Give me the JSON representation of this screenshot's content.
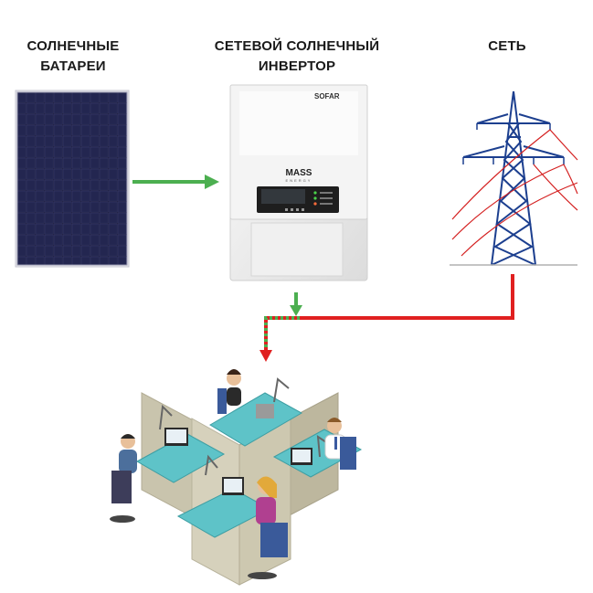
{
  "labels": {
    "solar_panels": "СОЛНЕЧНЫЕ БАТАРЕИ",
    "inverter": "СЕТЕВОЙ СОЛНЕЧНЫЙ ИНВЕРТОР",
    "grid": "СЕТЬ"
  },
  "inverter": {
    "brand_top": "SOFAR",
    "brand_front": "MASS",
    "brand_sub": "ENERGY"
  },
  "colors": {
    "solar_flow": "#4caf50",
    "grid_flow": "#e02020",
    "tower": "#1c3f8f",
    "power_lines": "#d42020",
    "panel_cells": "#1b1d3f"
  }
}
